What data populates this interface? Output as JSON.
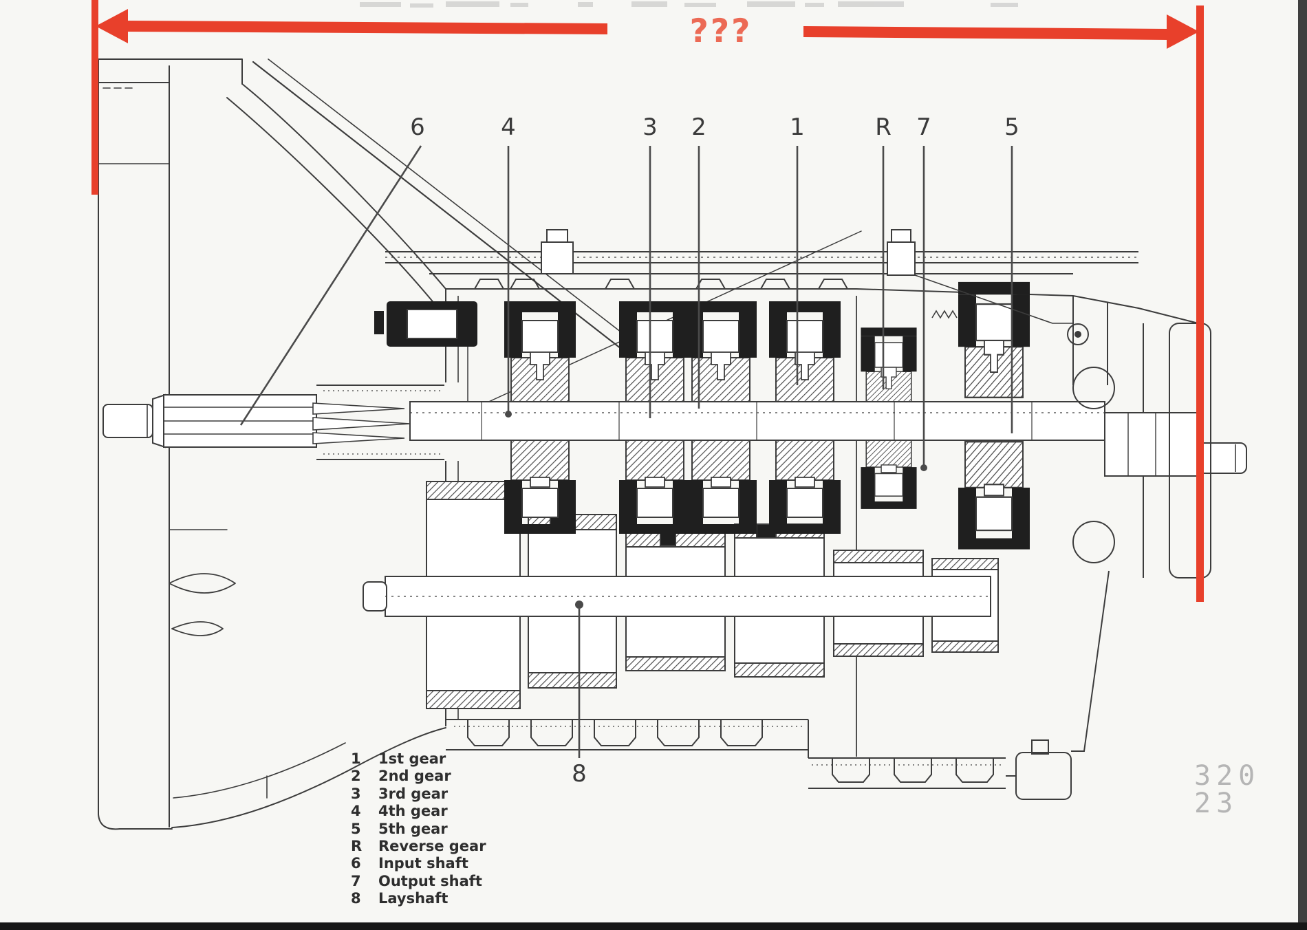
{
  "annotation": {
    "question_text": "???",
    "arrow_color": "#e8402b",
    "question_color": "#ec6a55",
    "description": "red double-headed dimension arrow spanning the gearbox"
  },
  "figure_number": "320 23",
  "callouts": {
    "items": [
      {
        "label": "6"
      },
      {
        "label": "4"
      },
      {
        "label": "3"
      },
      {
        "label": "2"
      },
      {
        "label": "1"
      },
      {
        "label": "R"
      },
      {
        "label": "7"
      },
      {
        "label": "5"
      },
      {
        "label": "8"
      }
    ]
  },
  "legend": {
    "items": [
      {
        "key": "1",
        "label": "1st gear"
      },
      {
        "key": "2",
        "label": "2nd gear"
      },
      {
        "key": "3",
        "label": "3rd gear"
      },
      {
        "key": "4",
        "label": "4th gear"
      },
      {
        "key": "5",
        "label": "5th gear"
      },
      {
        "key": "R",
        "label": "Reverse gear"
      },
      {
        "key": "6",
        "label": "Input shaft"
      },
      {
        "key": "7",
        "label": "Output shaft"
      },
      {
        "key": "8",
        "label": "Layshaft"
      }
    ]
  },
  "colors": {
    "page_background": "#f7f7f4",
    "line_ink": "#3c3c3c",
    "leader_ink": "#4a4a4a",
    "black_fill": "#1f1f1f",
    "figure_number_gray": "#b5b5b5",
    "right_edge_bar": "#3f3f3f",
    "bottom_bar": "#161616"
  }
}
